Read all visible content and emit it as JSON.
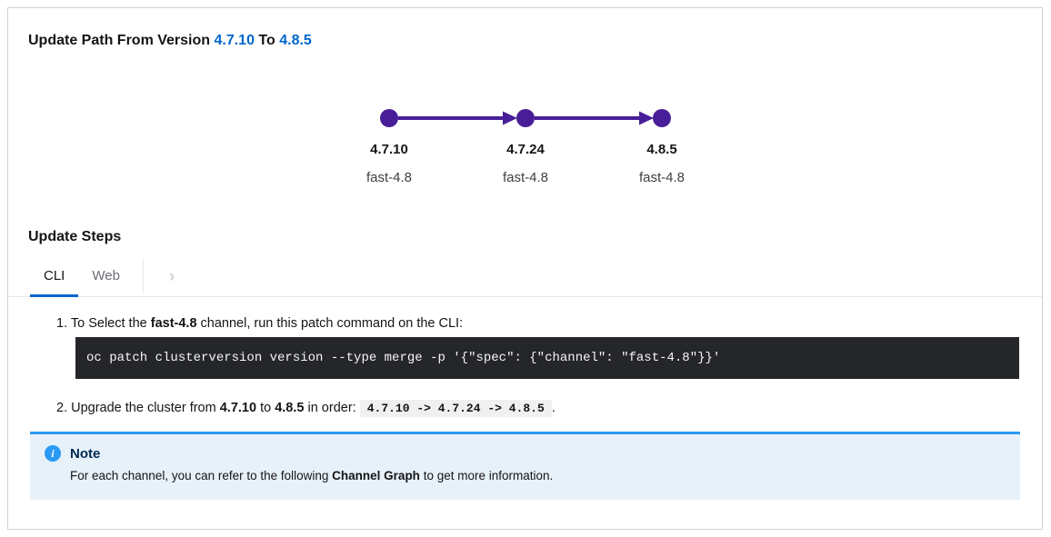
{
  "title": {
    "prefix": "Update Path From Version ",
    "from_version": "4.7.10",
    "mid": " To ",
    "to_version": "4.8.5"
  },
  "graph": {
    "nodes": [
      {
        "version": "4.7.10",
        "channel": "fast-4.8"
      },
      {
        "version": "4.7.24",
        "channel": "fast-4.8"
      },
      {
        "version": "4.8.5",
        "channel": "fast-4.8"
      }
    ]
  },
  "steps": {
    "heading": "Update Steps",
    "tabs": [
      {
        "label": "CLI"
      },
      {
        "label": "Web"
      }
    ],
    "item1": {
      "number": "1.",
      "prefix": "To Select the ",
      "bold": "fast-4.8",
      "suffix": " channel, run this patch command on the CLI:",
      "command": "oc patch clusterversion version --type merge -p '{\"spec\": {\"channel\": \"fast-4.8\"}}'"
    },
    "item2": {
      "number": "2.",
      "prefix": "Upgrade the cluster from ",
      "bold_from": "4.7.10",
      "mid": " to ",
      "bold_to": "4.8.5",
      "suffix": " in order: ",
      "code": "4.7.10 -> 4.7.24 -> 4.8.5",
      "period": "."
    }
  },
  "note": {
    "title": "Note",
    "prefix": "For each channel, you can refer to the following ",
    "bold": "Channel Graph",
    "suffix": " to get more information."
  },
  "icons": {
    "info": "i",
    "tab_overflow": "›"
  },
  "colors": {
    "accent_blue": "#0066cc",
    "graph_purple": "#481e98",
    "code_bg": "#24262a",
    "inline_code_bg": "#f0f0f0",
    "note_bg": "#e7f1fa",
    "note_border": "#2b9af3",
    "note_title": "#002952",
    "tab_active_underline": "#0066cc",
    "tab_inactive_text": "#6a6e73"
  }
}
